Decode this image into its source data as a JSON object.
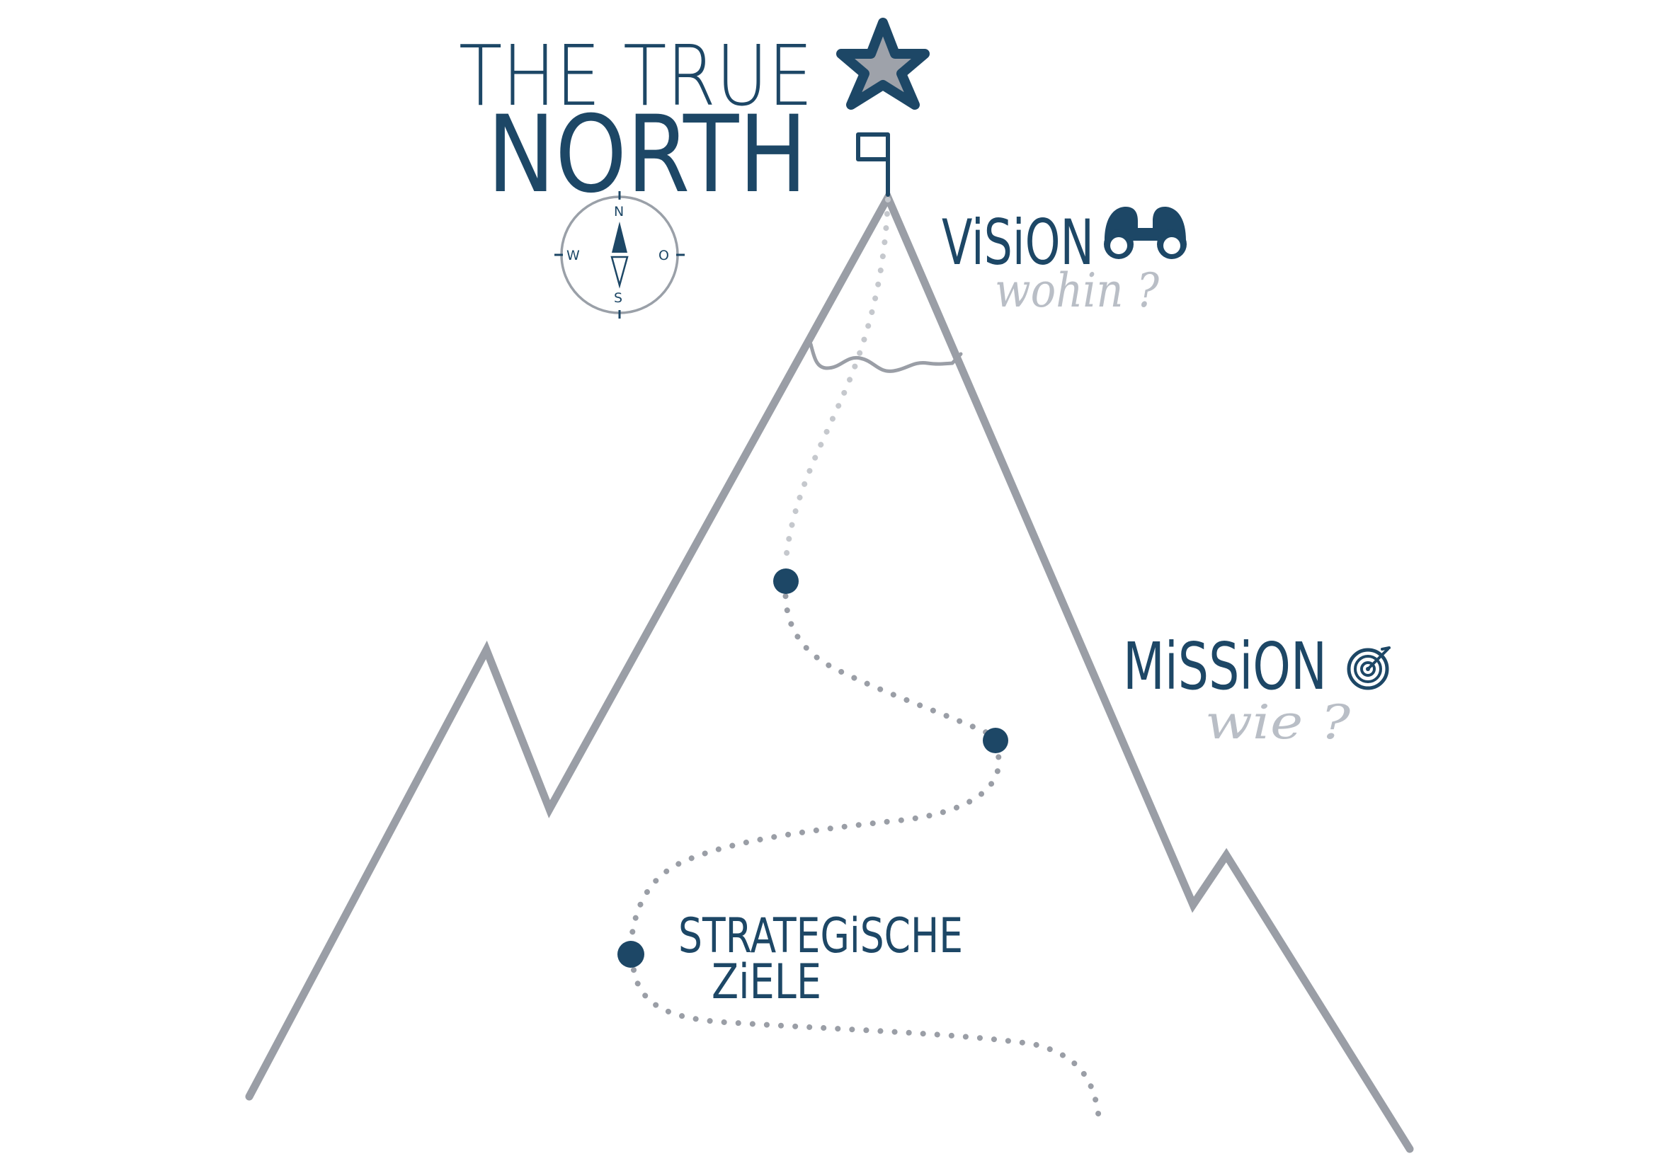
{
  "title": {
    "line1": "THE TRUE",
    "line2": "NORTH"
  },
  "compass": {
    "north": "N",
    "south": "S",
    "west": "W",
    "east": "O"
  },
  "labels": {
    "vision": "ViSiON",
    "vision_question": "wohin ?",
    "mission": "MiSSiON",
    "mission_question": "wie ?",
    "goals_line1": "STRATEGiSCHE",
    "goals_line2": "ZiELE"
  },
  "icons": {
    "summit": "star-icon",
    "flag": "summit-flag-icon",
    "compass": "compass-icon",
    "vision": "binoculars-icon",
    "mission": "target-icon"
  },
  "colors": {
    "primary": "#1d4766",
    "mountain": "#9a9ea6",
    "star_fill": "#9ea2aa",
    "question": "#b9bec6"
  }
}
